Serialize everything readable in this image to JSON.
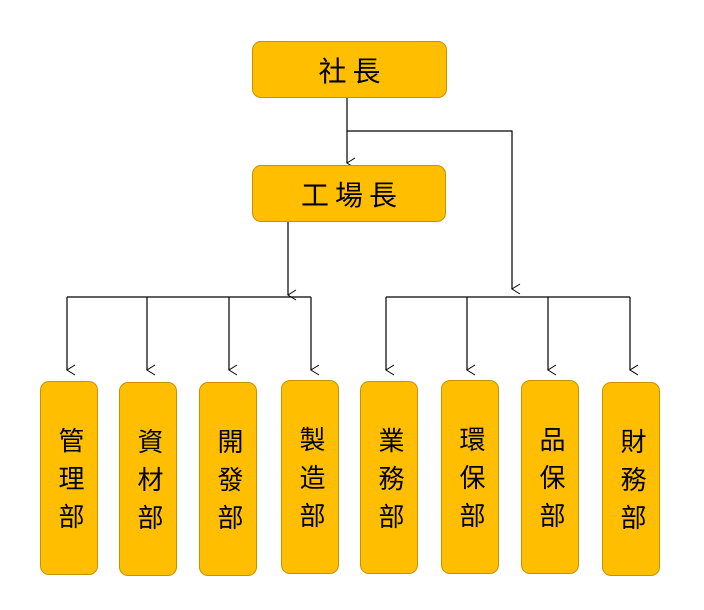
{
  "colors": {
    "box_fill": "#FFBF00",
    "box_border": "#C79200",
    "line": "#000000"
  },
  "president": {
    "label": "社長"
  },
  "factory_manager": {
    "label": "工場長"
  },
  "departments": [
    {
      "key": "kanri",
      "label": "管理部"
    },
    {
      "key": "shizai",
      "label": "資材部"
    },
    {
      "key": "kaihatsu",
      "label": "開發部"
    },
    {
      "key": "seizo",
      "label": "製造部"
    },
    {
      "key": "gyomu",
      "label": "業務部"
    },
    {
      "key": "kanpo",
      "label": "環保部"
    },
    {
      "key": "hinpo",
      "label": "品保部"
    },
    {
      "key": "zaimu",
      "label": "財務部"
    }
  ]
}
